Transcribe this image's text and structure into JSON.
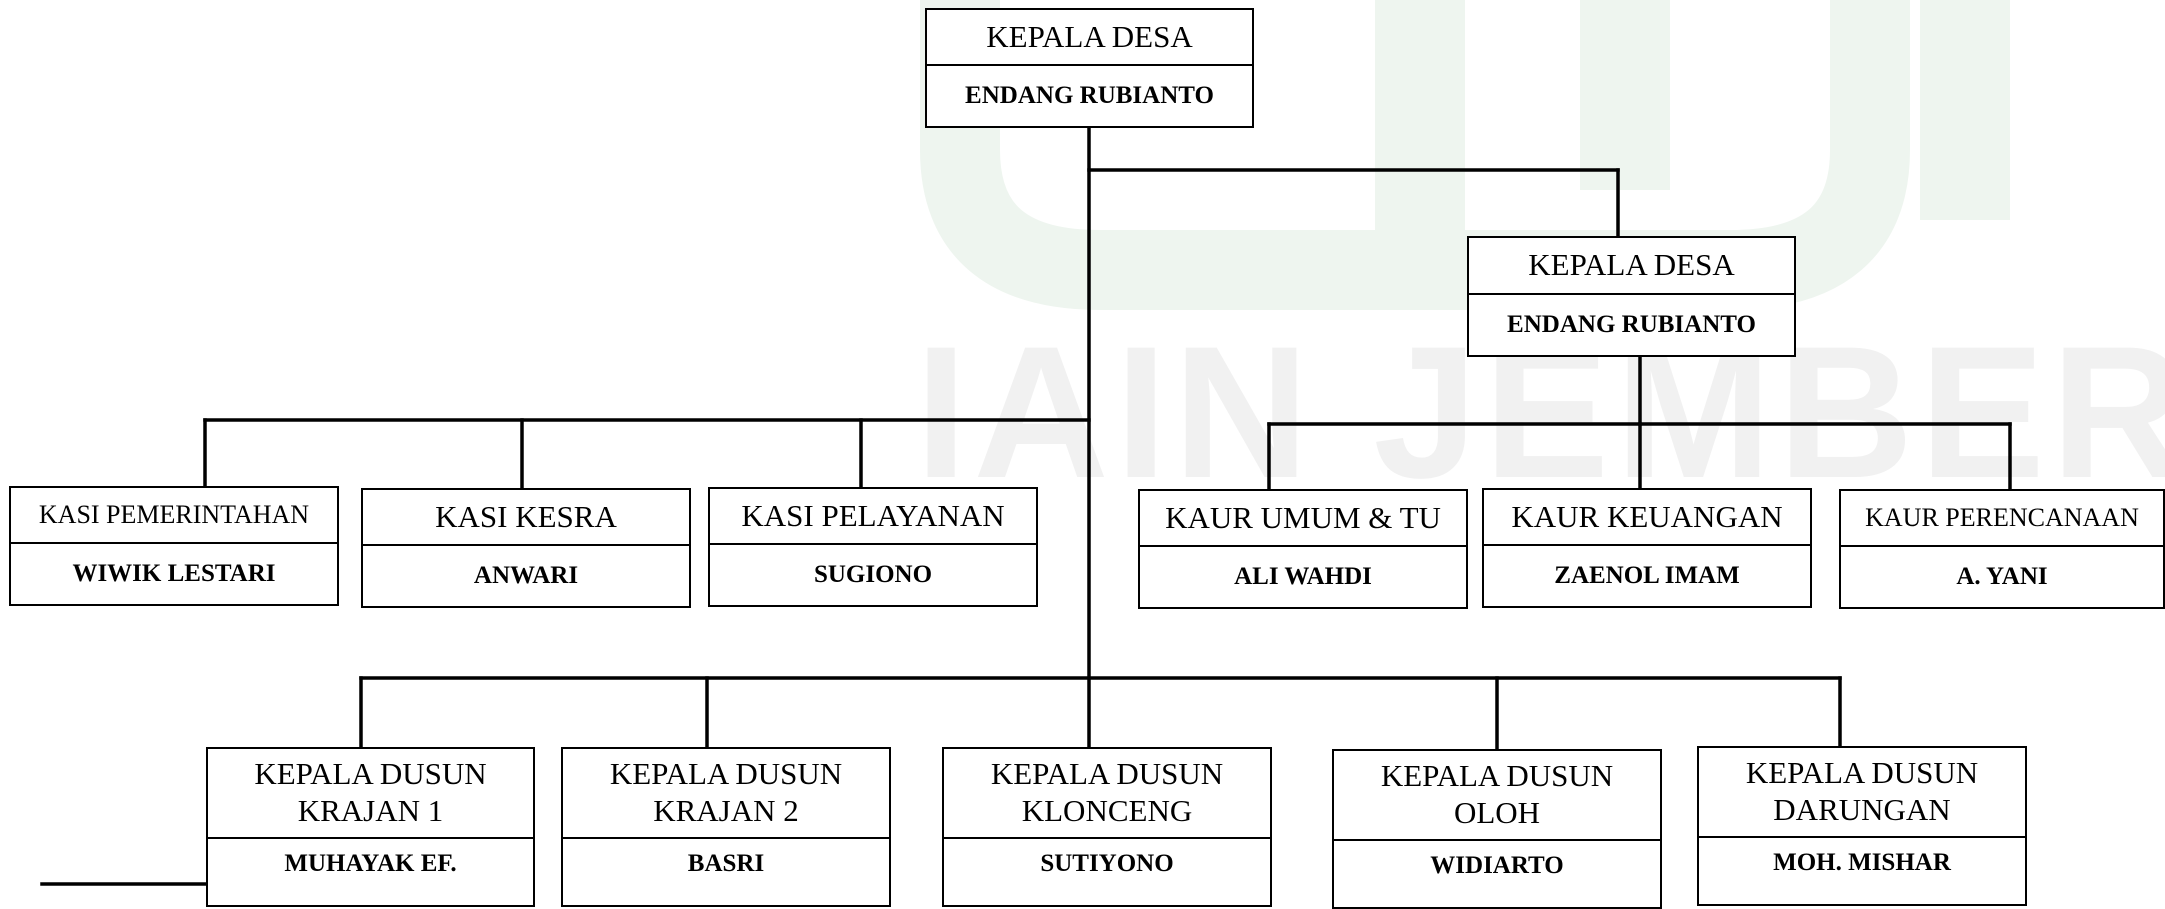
{
  "watermark": {
    "text": "IAIN JEMBER",
    "color": "#f1f1f1"
  },
  "colors": {
    "line": "#000000",
    "box_border": "#000000",
    "background": "#ffffff"
  },
  "chart": {
    "head": {
      "title": "KEPALA DESA",
      "name": "ENDANG RUBIANTO"
    },
    "secretary": {
      "title": "KEPALA DESA",
      "name": "ENDANG RUBIANTO"
    },
    "kasi": [
      {
        "title": "KASI PEMERINTAHAN",
        "name": "WIWIK LESTARI"
      },
      {
        "title": "KASI KESRA",
        "name": "ANWARI"
      },
      {
        "title": "KASI PELAYANAN",
        "name": "SUGIONO"
      }
    ],
    "kaur": [
      {
        "title": "KAUR UMUM & TU",
        "name": "ALI WAHDI"
      },
      {
        "title": "KAUR KEUANGAN",
        "name": "ZAENOL IMAM"
      },
      {
        "title": "KAUR PERENCANAAN",
        "name": "A. YANI"
      }
    ],
    "dusun": [
      {
        "title": "KEPALA DUSUN\nKRAJAN 1",
        "name": "MUHAYAK EF."
      },
      {
        "title": "KEPALA DUSUN\nKRAJAN 2",
        "name": "BASRI"
      },
      {
        "title": "KEPALA DUSUN\nKLONCENG",
        "name": "SUTIYONO"
      },
      {
        "title": "KEPALA DUSUN\nOLOH",
        "name": "WIDIARTO"
      },
      {
        "title": "KEPALA DUSUN\nDARUNGAN",
        "name": "MOH. MISHAR"
      }
    ]
  }
}
